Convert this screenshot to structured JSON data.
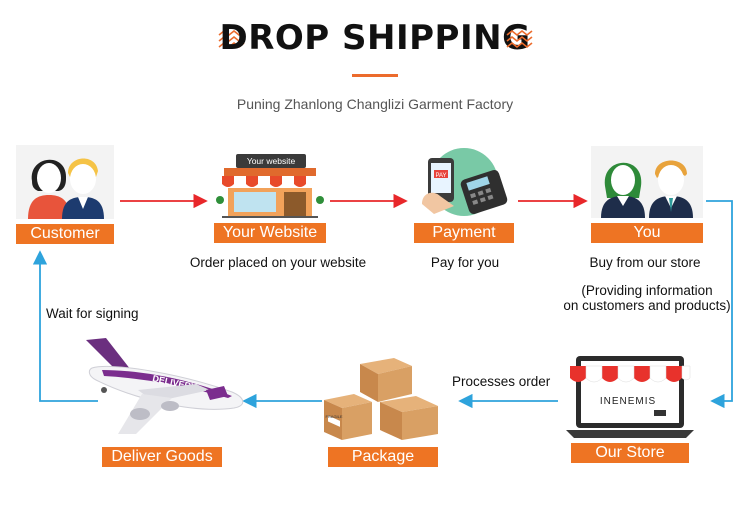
{
  "title": "DROP SHIPPING",
  "subtitle": "Puning Zhanlong Changlizi Garment Factory",
  "colors": {
    "accent": "#ee7423",
    "arrow_red": "#e8272a",
    "arrow_blue": "#2ea3dc"
  },
  "nodes": {
    "customer": {
      "label": "Customer",
      "icon": "customer-couple-icon"
    },
    "website": {
      "label": "Your Website",
      "icon": "website-shop-icon",
      "sign": "Your website"
    },
    "payment": {
      "label": "Payment",
      "icon": "payment-terminal-icon",
      "pay": "PAY"
    },
    "you": {
      "label": "You",
      "icon": "you-couple-icon"
    },
    "store": {
      "label": "Our Store",
      "icon": "store-laptop-icon",
      "screen_text": "INENEMIS"
    },
    "package": {
      "label": "Package",
      "icon": "package-boxes-icon",
      "box_text": "FRAGILE"
    },
    "deliver": {
      "label": "Deliver Goods",
      "icon": "airplane-icon",
      "plane_text": "DELIVERY"
    }
  },
  "captions": {
    "website": "Order placed on your website",
    "payment": "Pay for you",
    "you": "Buy from our store",
    "info_line1": "(Providing information",
    "info_line2": "on customers and products)",
    "processes": "Processes order",
    "wait": "Wait for signing"
  }
}
